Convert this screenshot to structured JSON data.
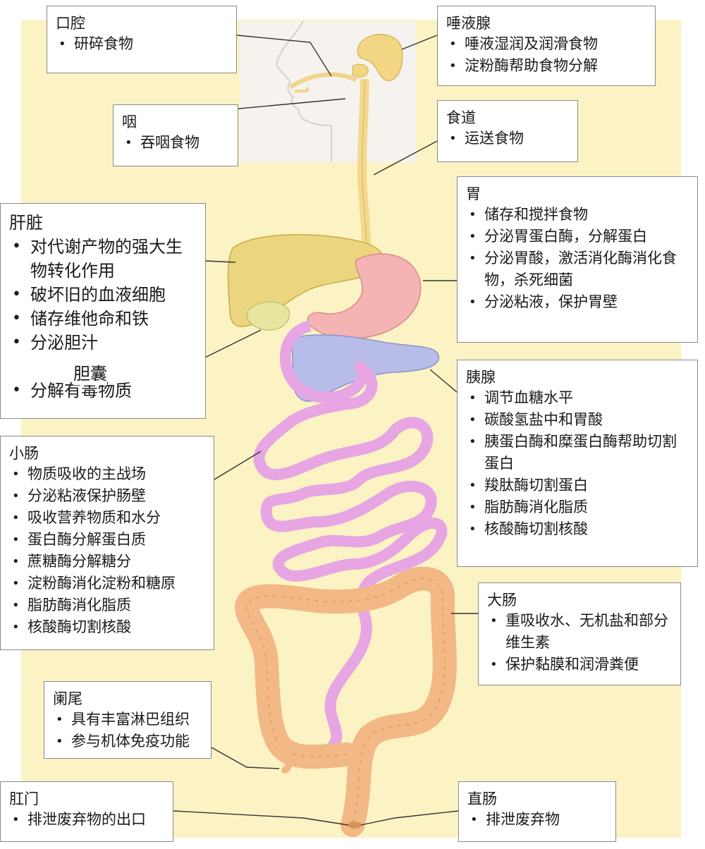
{
  "labels": {
    "mouth": {
      "title": "口腔",
      "items": [
        "研碎食物"
      ]
    },
    "salivary": {
      "title": "唾液腺",
      "items": [
        "唾液湿润及润滑食物",
        "淀粉酶帮助食物分解"
      ]
    },
    "pharynx": {
      "title": "咽",
      "items": [
        "吞咽食物"
      ]
    },
    "esophagus": {
      "title": "食道",
      "items": [
        "运送食物"
      ]
    },
    "stomach": {
      "title": "胃",
      "items": [
        "储存和搅拌食物",
        "分泌胃蛋白酶，分解蛋白",
        "分泌胃酸，激活消化酶消化食物，杀死细菌",
        "分泌粘液，保护胃壁"
      ]
    },
    "liver": {
      "title": "肝脏",
      "items": [
        "对代谢产物的强大生物转化作用",
        "破坏旧的血液细胞",
        "储存维他命和铁",
        "分泌胆汁",
        "分解有毒物质"
      ],
      "gallbladder": "胆囊"
    },
    "pancreas": {
      "title": "胰腺",
      "items": [
        "调节血糖水平",
        "碳酸氢盐中和胃酸",
        "胰蛋白酶和糜蛋白酶帮助切割蛋白",
        "羧肽酶切割蛋白",
        "脂肪酶消化脂质",
        "核酸酶切割核酸"
      ]
    },
    "small_intestine": {
      "title": "小肠",
      "items": [
        "物质吸收的主战场",
        "分泌粘液保护肠壁",
        "吸收营养物质和水分",
        "蛋白酶分解蛋白质",
        "蔗糖酶分解糖分",
        "淀粉酶消化淀粉和糖原",
        "脂肪酶消化脂质",
        "核酸酶切割核酸"
      ]
    },
    "large_intestine": {
      "title": "大肠",
      "items": [
        "重吸收水、无机盐和部分维生素",
        "保护黏膜和润滑粪便"
      ]
    },
    "appendix": {
      "title": "阑尾",
      "items": [
        "具有丰富淋巴组织",
        "参与机体免疫功能"
      ]
    },
    "anus": {
      "title": "肛门",
      "items": [
        "排泄废弃物的出口"
      ]
    },
    "rectum": {
      "title": "直肠",
      "items": [
        "排泄废弃物"
      ]
    }
  },
  "colors": {
    "background": "#fbf3c3",
    "liver": "#ecd57f",
    "gallbladder": "#e6e6a0",
    "stomach": "#f4b4b4",
    "pancreas": "#b8bce8",
    "small_intestine": "#e7a6e3",
    "large_intestine": "#f2b885",
    "esophagus": "#f4d98e",
    "salivary": "#f3d684"
  }
}
